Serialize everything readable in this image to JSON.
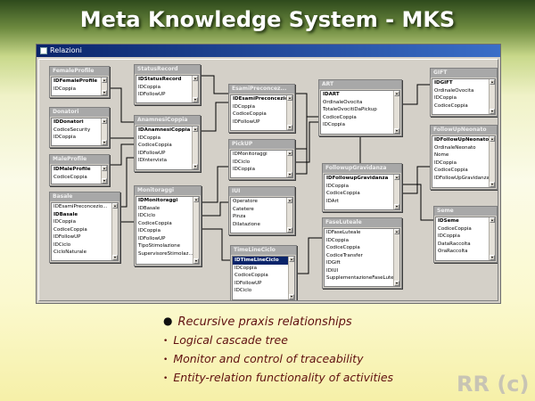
{
  "slide": {
    "title": "Meta Knowledge System - MKS",
    "footer_mark": "RR (c)",
    "bullets": [
      "Recursive praxis relationships",
      "Logical cascade tree",
      "Monitor and control of traceability",
      "Entity-relation functionality of activities"
    ]
  },
  "window": {
    "title": "Relazioni",
    "icon": "relationships-window-icon"
  },
  "tables": [
    {
      "id": "FemaleProfile",
      "title": "FemaleProfile",
      "fields": [
        "IDFemaleProfile",
        "IDCoppia"
      ],
      "keys": [
        0
      ],
      "selected": []
    },
    {
      "id": "StatusRecord",
      "title": "StatusRecord",
      "fields": [
        "IDStatusRecord",
        "IDCoppia",
        "IDFollowUP"
      ],
      "keys": [
        0
      ],
      "selected": []
    },
    {
      "id": "EsamiPreconcez",
      "title": "EsamiPreconcez...",
      "fields": [
        "IDEsamiPreconcezional",
        "IDCoppia",
        "CodiceCoppia",
        "IDFollowUP"
      ],
      "keys": [
        0
      ],
      "selected": []
    },
    {
      "id": "ART",
      "title": "ART",
      "fields": [
        "IDART",
        "OrdinaleOvocita",
        "TotaleOvocitiDaPickup",
        "CodiceCoppia",
        "IDCoppia"
      ],
      "keys": [
        0
      ],
      "selected": []
    },
    {
      "id": "GIFT",
      "title": "GIFT",
      "fields": [
        "IDGIFT",
        "OrdinaleOvocita",
        "IDCoppia",
        "CodiceCoppia"
      ],
      "keys": [
        0
      ],
      "selected": []
    },
    {
      "id": "Donatori",
      "title": "Donatori",
      "fields": [
        "IDDonatori",
        "CodiceSecurity",
        "IDCoppia"
      ],
      "keys": [
        0
      ],
      "selected": []
    },
    {
      "id": "AnamnesiCoppia",
      "title": "AnamnesiCoppia",
      "fields": [
        "IDAnamnesiCoppia",
        "IDCoppia",
        "CodiceCoppia",
        "IDFollowUP",
        "IDIntervista"
      ],
      "keys": [
        0
      ],
      "selected": []
    },
    {
      "id": "FollowUpNeonato",
      "title": "FollowUpNeonato",
      "fields": [
        "IDFollowUpNeonato",
        "OrdinaleNeonato",
        "Nome",
        "IDCoppia",
        "CodiceCoppia",
        "IDFollowUpGravidanza"
      ],
      "keys": [
        0
      ],
      "selected": []
    },
    {
      "id": "MaleProfile",
      "title": "MaleProfile",
      "fields": [
        "IDMaleProfile",
        "CodiceCoppia"
      ],
      "keys": [
        0
      ],
      "selected": []
    },
    {
      "id": "PickUP",
      "title": "PickUP",
      "fields": [
        "IDMonitoraggi",
        "IDCiclo",
        "IDCoppia"
      ],
      "keys": [],
      "selected": []
    },
    {
      "id": "FollowupGravidanza",
      "title": "FollowupGravidanza",
      "fields": [
        "IDFollowupGravidanza",
        "IDCoppia",
        "CodiceCoppia",
        "IDArt"
      ],
      "keys": [
        0
      ],
      "selected": []
    },
    {
      "id": "Basale",
      "title": "Basale",
      "fields": [
        "IDEsamiPreconcezio...",
        "IDBasale",
        "IDCoppia",
        "CodiceCoppia",
        "IDFollowUP",
        "IDCiclo",
        "CicloNaturale"
      ],
      "keys": [
        1
      ],
      "selected": []
    },
    {
      "id": "Monitoraggi",
      "title": "Monitoraggi",
      "fields": [
        "IDMonitoraggi",
        "IDBasale",
        "IDCiclo",
        "CodiceCoppia",
        "IDCoppia",
        "IDFollowUP",
        "TipoStimolazione",
        "SupervisoreStimolaz..."
      ],
      "keys": [
        0
      ],
      "selected": []
    },
    {
      "id": "IUI",
      "title": "IUI",
      "fields": [
        "Operatore",
        "Catetere",
        "Pinza",
        "Dilatazione"
      ],
      "keys": [],
      "selected": []
    },
    {
      "id": "Seme",
      "title": "Seme",
      "fields": [
        "IDSeme",
        "CodiceCoppia",
        "IDCoppia",
        "DataRaccolta",
        "OraRaccolta"
      ],
      "keys": [
        0
      ],
      "selected": []
    },
    {
      "id": "FaseLuteale",
      "title": "FaseLuteale",
      "fields": [
        "IDFaseLuteale",
        "IDCoppia",
        "CodiceCoppia",
        "CodiceTransfer",
        "IDGift",
        "IDIUI",
        "SupplementazioneFaseLuteale"
      ],
      "keys": [],
      "selected": []
    },
    {
      "id": "TimeLineCiclo",
      "title": "TimeLineCiclo",
      "fields": [
        "IDTimeLineCiclo",
        "IDCoppia",
        "CodiceCoppia",
        "IDFollowUP",
        "IDCiclo"
      ],
      "keys": [
        0
      ],
      "selected": [
        0
      ]
    }
  ]
}
